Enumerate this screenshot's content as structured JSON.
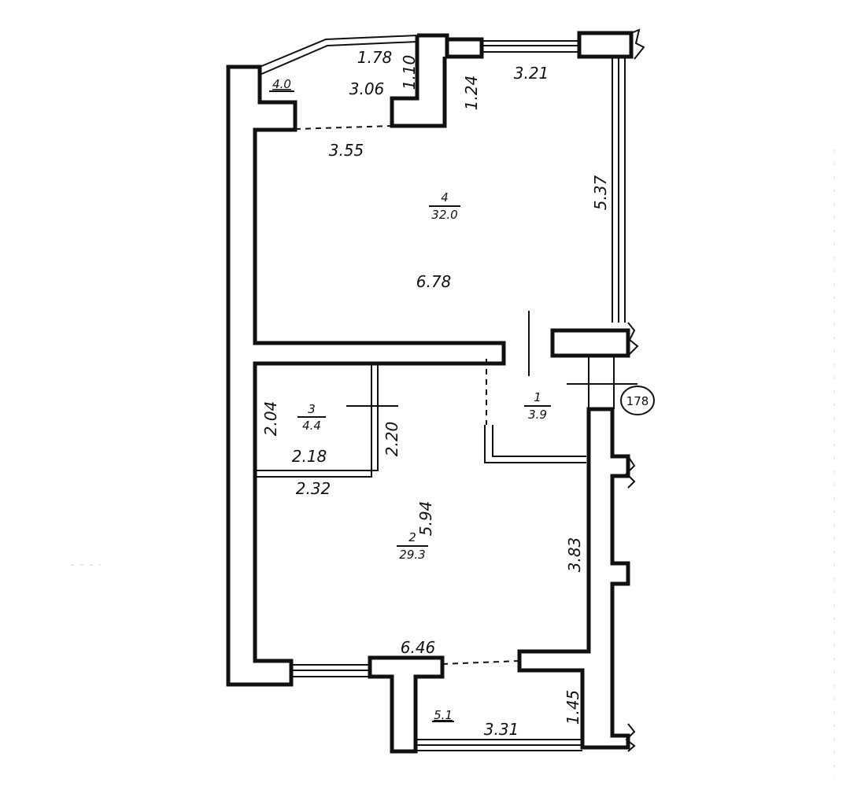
{
  "rooms": [
    {
      "number": "4",
      "area": "32.0"
    },
    {
      "number": "3",
      "area": "4.4"
    },
    {
      "number": "1",
      "area": "3.9"
    },
    {
      "number": "2",
      "area": "29.3"
    }
  ],
  "balconies": {
    "top_area": "4.0",
    "bottom_area": "5.1"
  },
  "dimensions": {
    "top_window": "1.78",
    "top_depth": "1.10",
    "top_inner": "3.06",
    "top_pier": "1.24",
    "top_right_window": "3.21",
    "balcony_opening": "3.55",
    "room4_height": "5.37",
    "room4_length": "6.78",
    "room3_height": "2.04",
    "room3_inner": "2.20",
    "room3_width": "2.18",
    "room3_outer_width": "2.32",
    "room2_length": "5.94",
    "room2_height": "3.83",
    "room2_width": "6.46",
    "bottom_depth": "1.45",
    "bottom_window": "3.31"
  },
  "marker": {
    "number": "178"
  }
}
